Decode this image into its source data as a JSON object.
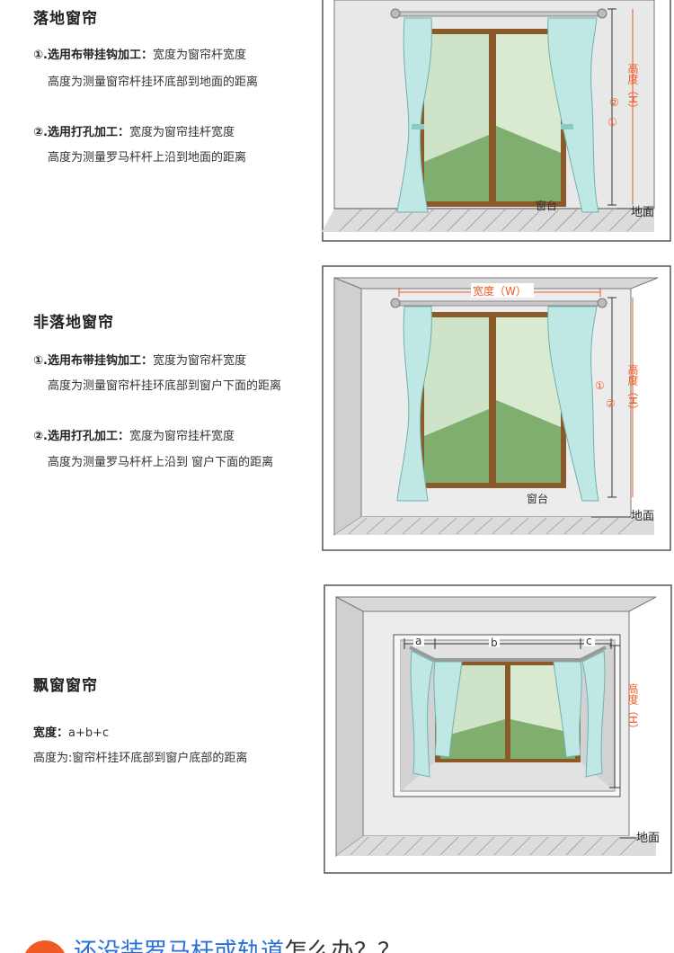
{
  "sections": [
    {
      "title": "落地窗帘",
      "items": [
        {
          "lead": "①.选用布带挂钩加工：",
          "rest": "宽度为窗帘杆宽度",
          "sub": "高度为测量窗帘杆挂环底部到地面的距离"
        },
        {
          "lead": "②.选用打孔加工：",
          "rest": "宽度为窗帘挂杆宽度",
          "sub": "高度为测量罗马杆杆上沿到地面的距离"
        }
      ],
      "diagram": {
        "height_label": "高度（H）",
        "mark1": "①",
        "mark2": "②",
        "sill": "窗台",
        "floor": "地面"
      }
    },
    {
      "title": "非落地窗帘",
      "items": [
        {
          "lead": "①.选用布带挂钩加工：",
          "rest": "宽度为窗帘杆宽度",
          "sub": "高度为测量窗帘杆挂环底部到窗户下面的距离"
        },
        {
          "lead": "②.选用打孔加工：",
          "rest": "宽度为窗帘挂杆宽度",
          "sub": "高度为测量罗马杆杆上沿到 窗户下面的距离"
        }
      ],
      "diagram": {
        "width_label": "宽度（W）",
        "height_label": "高度（H）",
        "mark1": "①",
        "mark2": "②",
        "sill": "窗台",
        "floor": "地面"
      }
    },
    {
      "title": "飘窗窗帘",
      "width_lead": "宽度：",
      "width_rest": "a+b+c",
      "height_line": "高度为:窗帘杆挂环底部到窗户底部的距离",
      "diagram": {
        "a": "a",
        "b": "b",
        "c": "c",
        "height_label": "高度（H）",
        "floor": "地面"
      }
    }
  ],
  "bottom": {
    "highlight": "还没装罗马杆或轨道",
    "rest": "怎么办？？"
  },
  "colors": {
    "accent": "#f05a24",
    "curtain": "#bfe7e3",
    "frame": "#8b5a2b",
    "link": "#2a6fd6"
  }
}
